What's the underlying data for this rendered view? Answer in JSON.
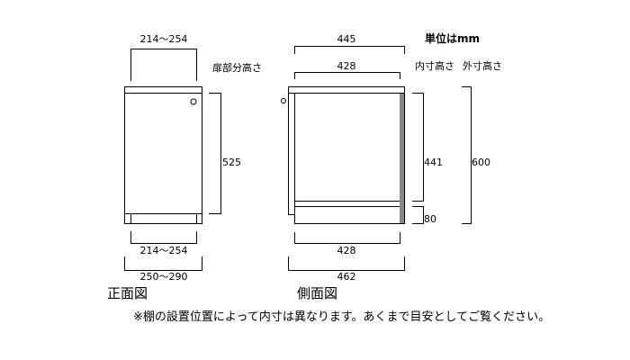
{
  "unit_label": "単位はmm",
  "front": {
    "title": "正面図",
    "top_width": "214〜254",
    "door_height_label": "扉部分高さ",
    "door_height": "525",
    "inner_width": "214〜254",
    "outer_width": "250〜290"
  },
  "side": {
    "title": "側面図",
    "outer_depth_top": "445",
    "inner_depth_top": "428",
    "inner_height_label": "内寸高さ",
    "outer_height_label": "外寸高さ",
    "inner_height": "441",
    "base_height": "80",
    "outer_height": "600",
    "inner_depth_bottom": "428",
    "outer_depth_bottom": "462"
  },
  "note": "※棚の設置位置によって内寸は異なります。あくまで目安としてご覧ください。",
  "colors": {
    "line": "#000000",
    "side_strip": "#888888"
  }
}
